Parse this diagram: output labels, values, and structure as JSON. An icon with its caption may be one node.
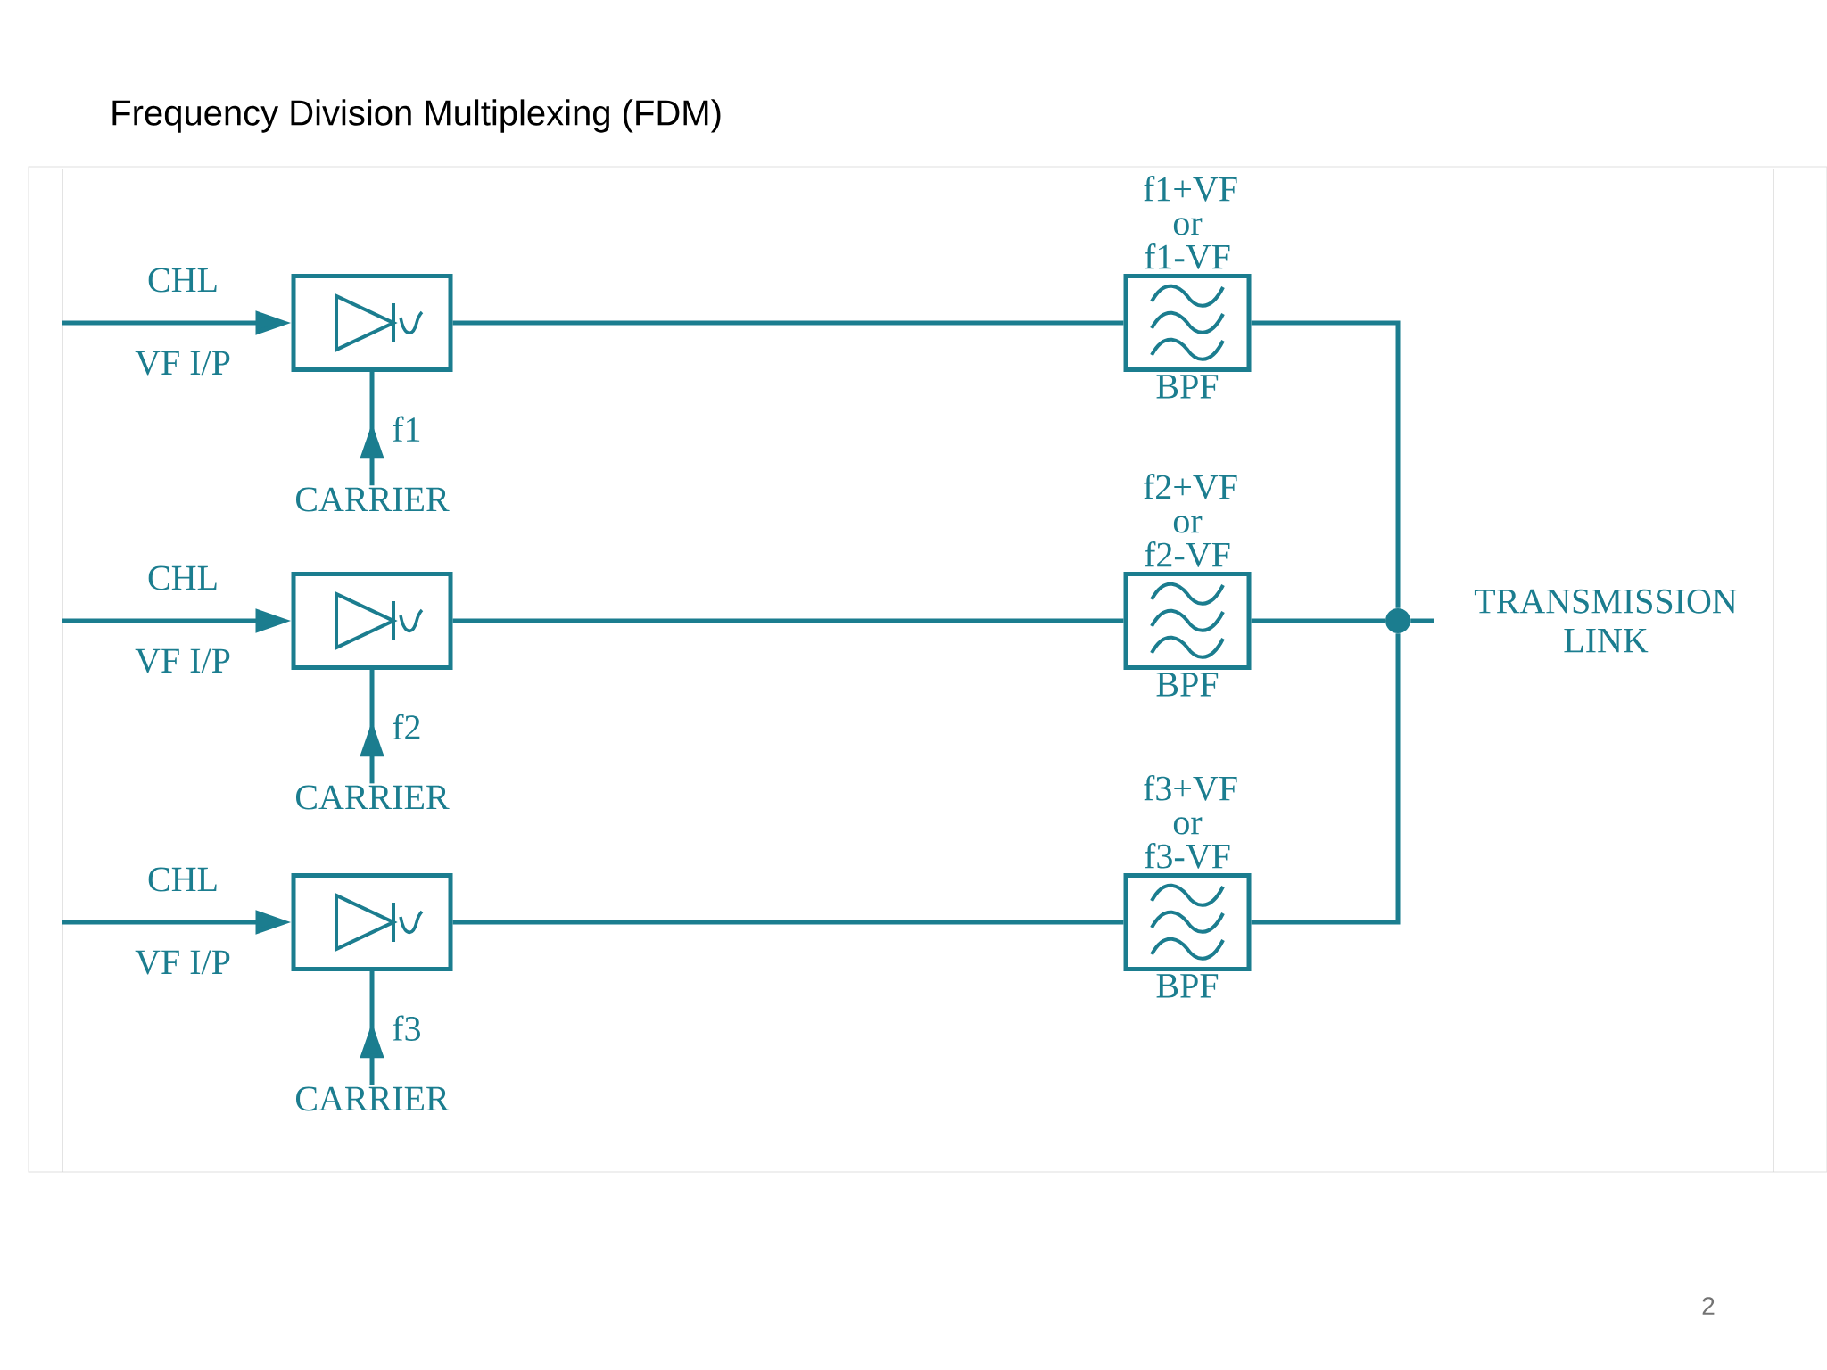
{
  "diagram": {
    "title": "Frequency Division Multiplexing (FDM)",
    "nodes": [
      {
        "text": [],
        "shape": "box"
      },
      {
        "text": [
          "f1+VF or f1-VF",
          "BPF"
        ]
      },
      {
        "text": [
          "CARRIER"
        ]
      },
      {
        "text": [],
        "shape": "box"
      },
      {
        "text": [
          "f2+VF or f2-VF",
          "BPF"
        ]
      },
      {
        "text": [
          "CARRIER"
        ]
      },
      {
        "text": [],
        "shape": "box"
      },
      {
        "text": [
          "f3+VF or f3-VF",
          "BPF"
        ]
      },
      {
        "text": [
          "CARRIER"
        ]
      },
      {
        "text": [],
        "shape": "circle"
      },
      {
        "text": [
          "TRANSMISSION LINK"
        ]
      }
    ],
    "edges": [
      {
        "from": null,
        "to": 0,
        "arrow": "to"
      },
      {
        "from": 2,
        "to": 0,
        "arrow": "to",
        "label": "f1"
      },
      {
        "from": 0,
        "to": 1,
        "arrow": "none"
      },
      {
        "from": 1,
        "to": 9,
        "arrow": "none"
      },
      {
        "from": null,
        "to": 3,
        "arrow": "to"
      },
      {
        "from": 5,
        "to": 3,
        "arrow": "to",
        "label": "f2"
      },
      {
        "from": 3,
        "to": 4,
        "arrow": "none"
      },
      {
        "from": 4,
        "to": 9,
        "arrow": "none"
      },
      {
        "from": null,
        "to": 6,
        "arrow": "to"
      },
      {
        "from": 8,
        "to": 6,
        "arrow": "to",
        "label": "f3"
      },
      {
        "from": 6,
        "to": 7,
        "arrow": "none"
      },
      {
        "from": 7,
        "to": 9,
        "arrow": "none"
      },
      {
        "from": 9,
        "to": 10,
        "arrow": "none"
      }
    ],
    "labels": [
      "CHL",
      "VF I/P",
      "CHL",
      "VF I/P",
      "CHL",
      "VF I/P",
      "2"
    ]
  }
}
